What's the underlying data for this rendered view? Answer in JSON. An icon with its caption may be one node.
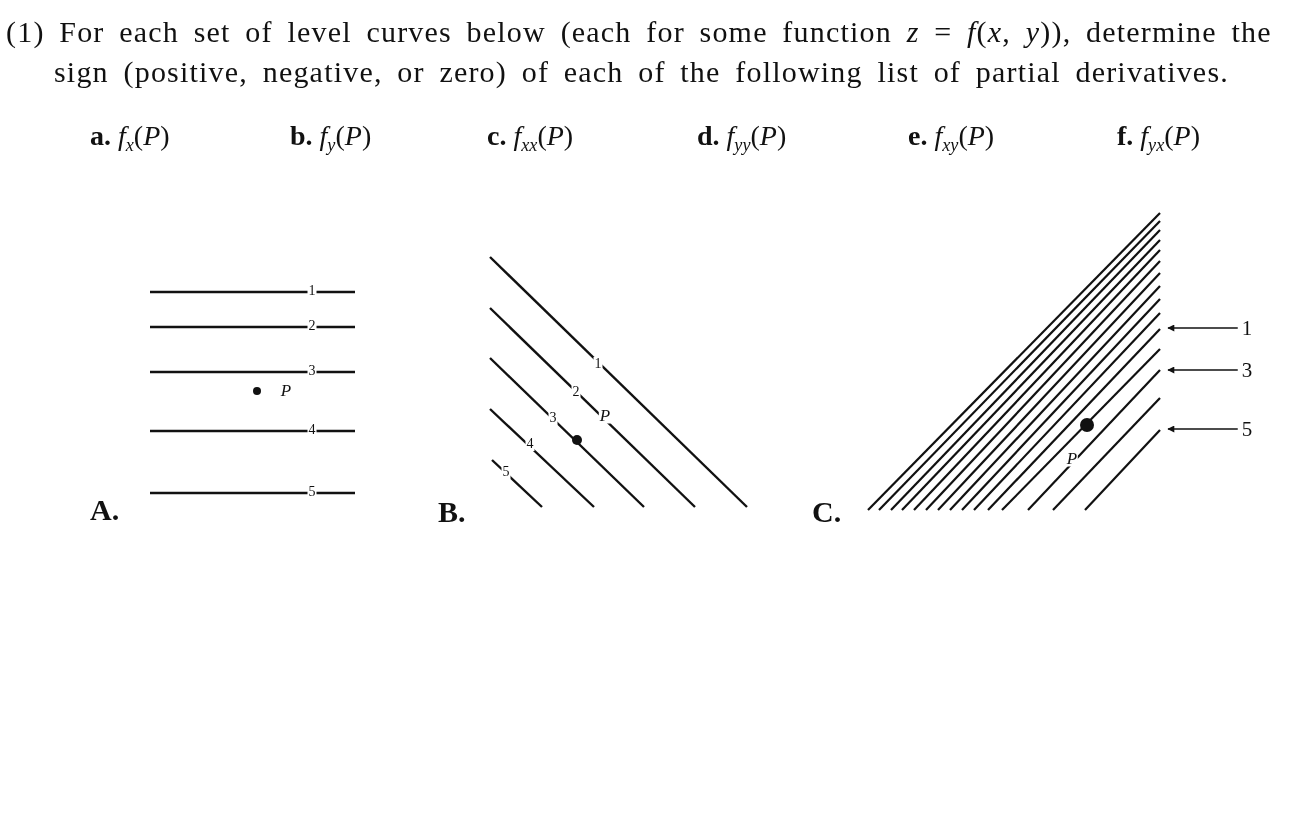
{
  "diagram": {
    "title": "(1) For each set of level curves below (each for some function *z* = *f*(*x*, *y*)), determine the sign (positive, negative, or zero) of each of the following list of partial derivatives.",
    "nodes": [
      {
        "text": [],
        "shape": "picture"
      },
      {
        "text": [
          "1"
        ]
      },
      {
        "text": [
          "3"
        ]
      },
      {
        "text": [
          "5"
        ]
      }
    ],
    "edges": [
      {
        "from": 1,
        "to": 0,
        "arrow": "to"
      },
      {
        "from": 2,
        "to": 0,
        "arrow": "to"
      },
      {
        "from": 3,
        "to": 0,
        "arrow": "to"
      }
    ],
    "labels": [
      "**a.** *f*$_{x}$(*P*)",
      "**b.** *f*$_{y}$(*P*)",
      "**c.** *f*$_{xx}$(*P*)",
      "**d.** *f*$_{yy}$(*P*)",
      "**e.** *f*$_{xy}$(*P*)",
      "**f.** *f*$_{yx}$(*P*)",
      "A.",
      "1",
      "2",
      "3",
      "P",
      "4",
      "5",
      "B.",
      "1",
      "2",
      "3",
      "P",
      "4",
      "5",
      "C.",
      "P"
    ]
  }
}
